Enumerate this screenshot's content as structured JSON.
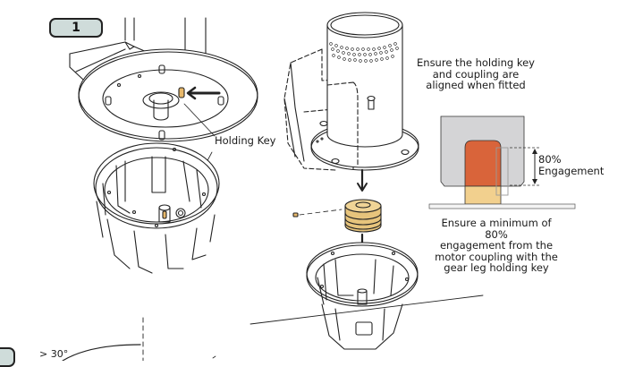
{
  "steps": [
    {
      "number": "1"
    },
    {
      "number": ""
    }
  ],
  "callouts": {
    "holding_key": "Holding Key",
    "alignment_note": [
      "Ensure the holding key",
      "and coupling are",
      "aligned when fitted"
    ],
    "engagement_label": [
      "80%",
      "Engagement"
    ],
    "engagement_note": [
      "Ensure a minimum of 80%",
      "engagement from the",
      "motor coupling with the",
      "gear leg holding key"
    ],
    "angle_label": "> 30°"
  },
  "colors": {
    "badge_fill": "#cfdcda",
    "coupling_orange": "#d9643a",
    "key_tan": "#f2d08e",
    "housing_grey": "#d4d4d6",
    "coupling_gold": "#e7c47c",
    "key_highlight": "#e8b86a"
  }
}
